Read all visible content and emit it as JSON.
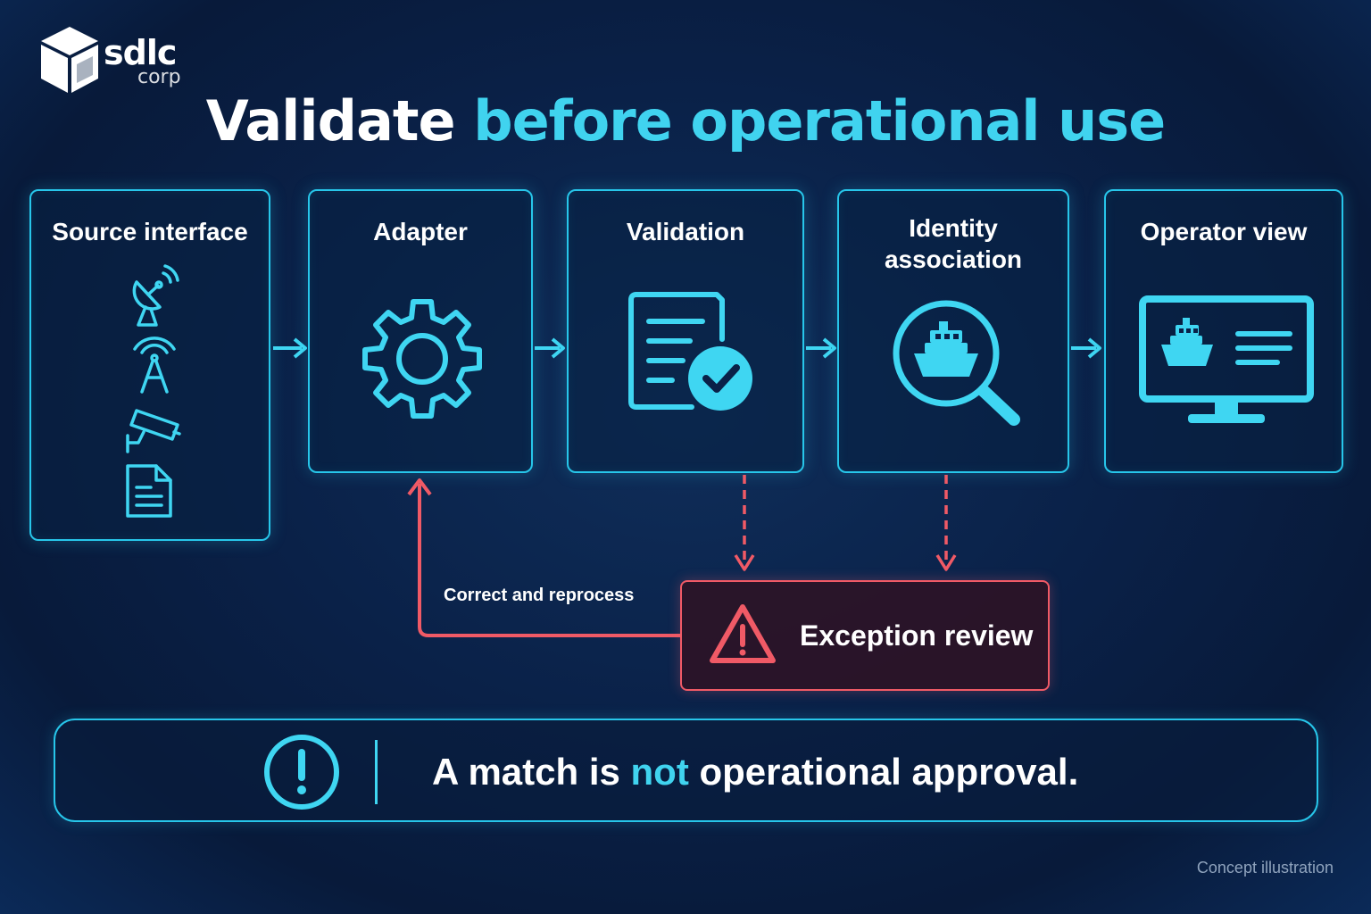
{
  "brand": {
    "name": "sdlc",
    "sub": "corp"
  },
  "title": {
    "part1": "Validate",
    "part2": "before operational use"
  },
  "steps": [
    {
      "label": "Source interface",
      "icons": [
        "satellite-dish-icon",
        "radio-tower-icon",
        "security-camera-icon",
        "document-icon"
      ]
    },
    {
      "label": "Adapter",
      "icon": "gear-icon"
    },
    {
      "label": "Validation",
      "icon": "document-check-icon"
    },
    {
      "label_line1": "Identity",
      "label_line2": "association",
      "icon": "ship-search-icon"
    },
    {
      "label": "Operator view",
      "icon": "monitor-ship-icon"
    }
  ],
  "exception": {
    "label": "Exception review",
    "icon": "warning-triangle-icon"
  },
  "loop": {
    "label": "Correct and reprocess"
  },
  "banner": {
    "part1": "A match is",
    "part2": "not",
    "part3": "operational approval.",
    "icon": "exclamation-circle-icon"
  },
  "footnote": "Concept illustration",
  "colors": {
    "accent": "#40d3ef",
    "box_border": "#27c6ea",
    "alert": "#f05a66",
    "background": "#0a2148"
  }
}
